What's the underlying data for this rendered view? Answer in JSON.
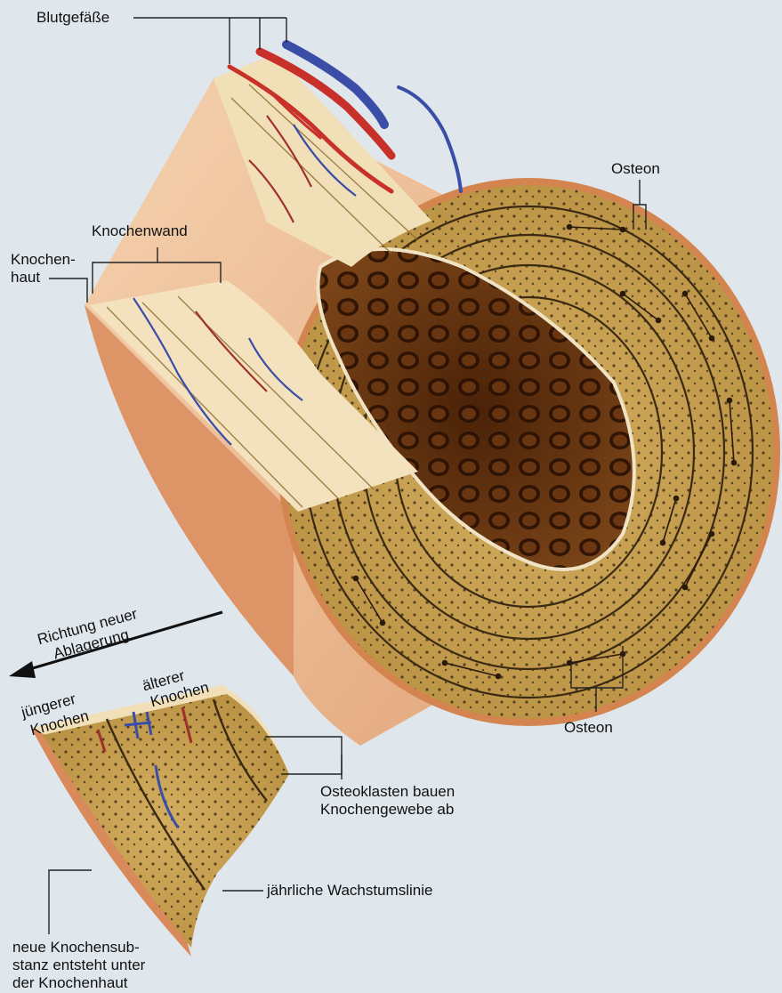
{
  "labels": {
    "blood_vessels": "Blutgefäße",
    "bone_wall": "Knochenwand",
    "periosteum_1": "Knochen-",
    "periosteum_2": "haut",
    "osteon_top": "Osteon",
    "osteon_bottom": "Osteon",
    "direction_1": "Richtung neuer",
    "direction_2": "Ablagerung",
    "younger_1": "jüngerer",
    "younger_2": "Knochen",
    "older_1": "älterer",
    "older_2": "Knochen",
    "osteoclasts_1": "Osteoklasten bauen",
    "osteoclasts_2": "Knochengewebe ab",
    "growth_line": "jährliche Wachstumslinie",
    "new_substance_1": "neue Knochensub-",
    "new_substance_2": "stanz entsteht unter",
    "new_substance_3": "der Knochenhaut"
  },
  "colors": {
    "background": "#dfe6ec",
    "periosteum": "#d98a5a",
    "compact_bone": "#c9a457",
    "bone_surface": "#f1dfb7",
    "spongy_bone": "#5a2e12",
    "artery": "#c8302a",
    "vein": "#3a4ea8",
    "leader_line": "#222222"
  }
}
